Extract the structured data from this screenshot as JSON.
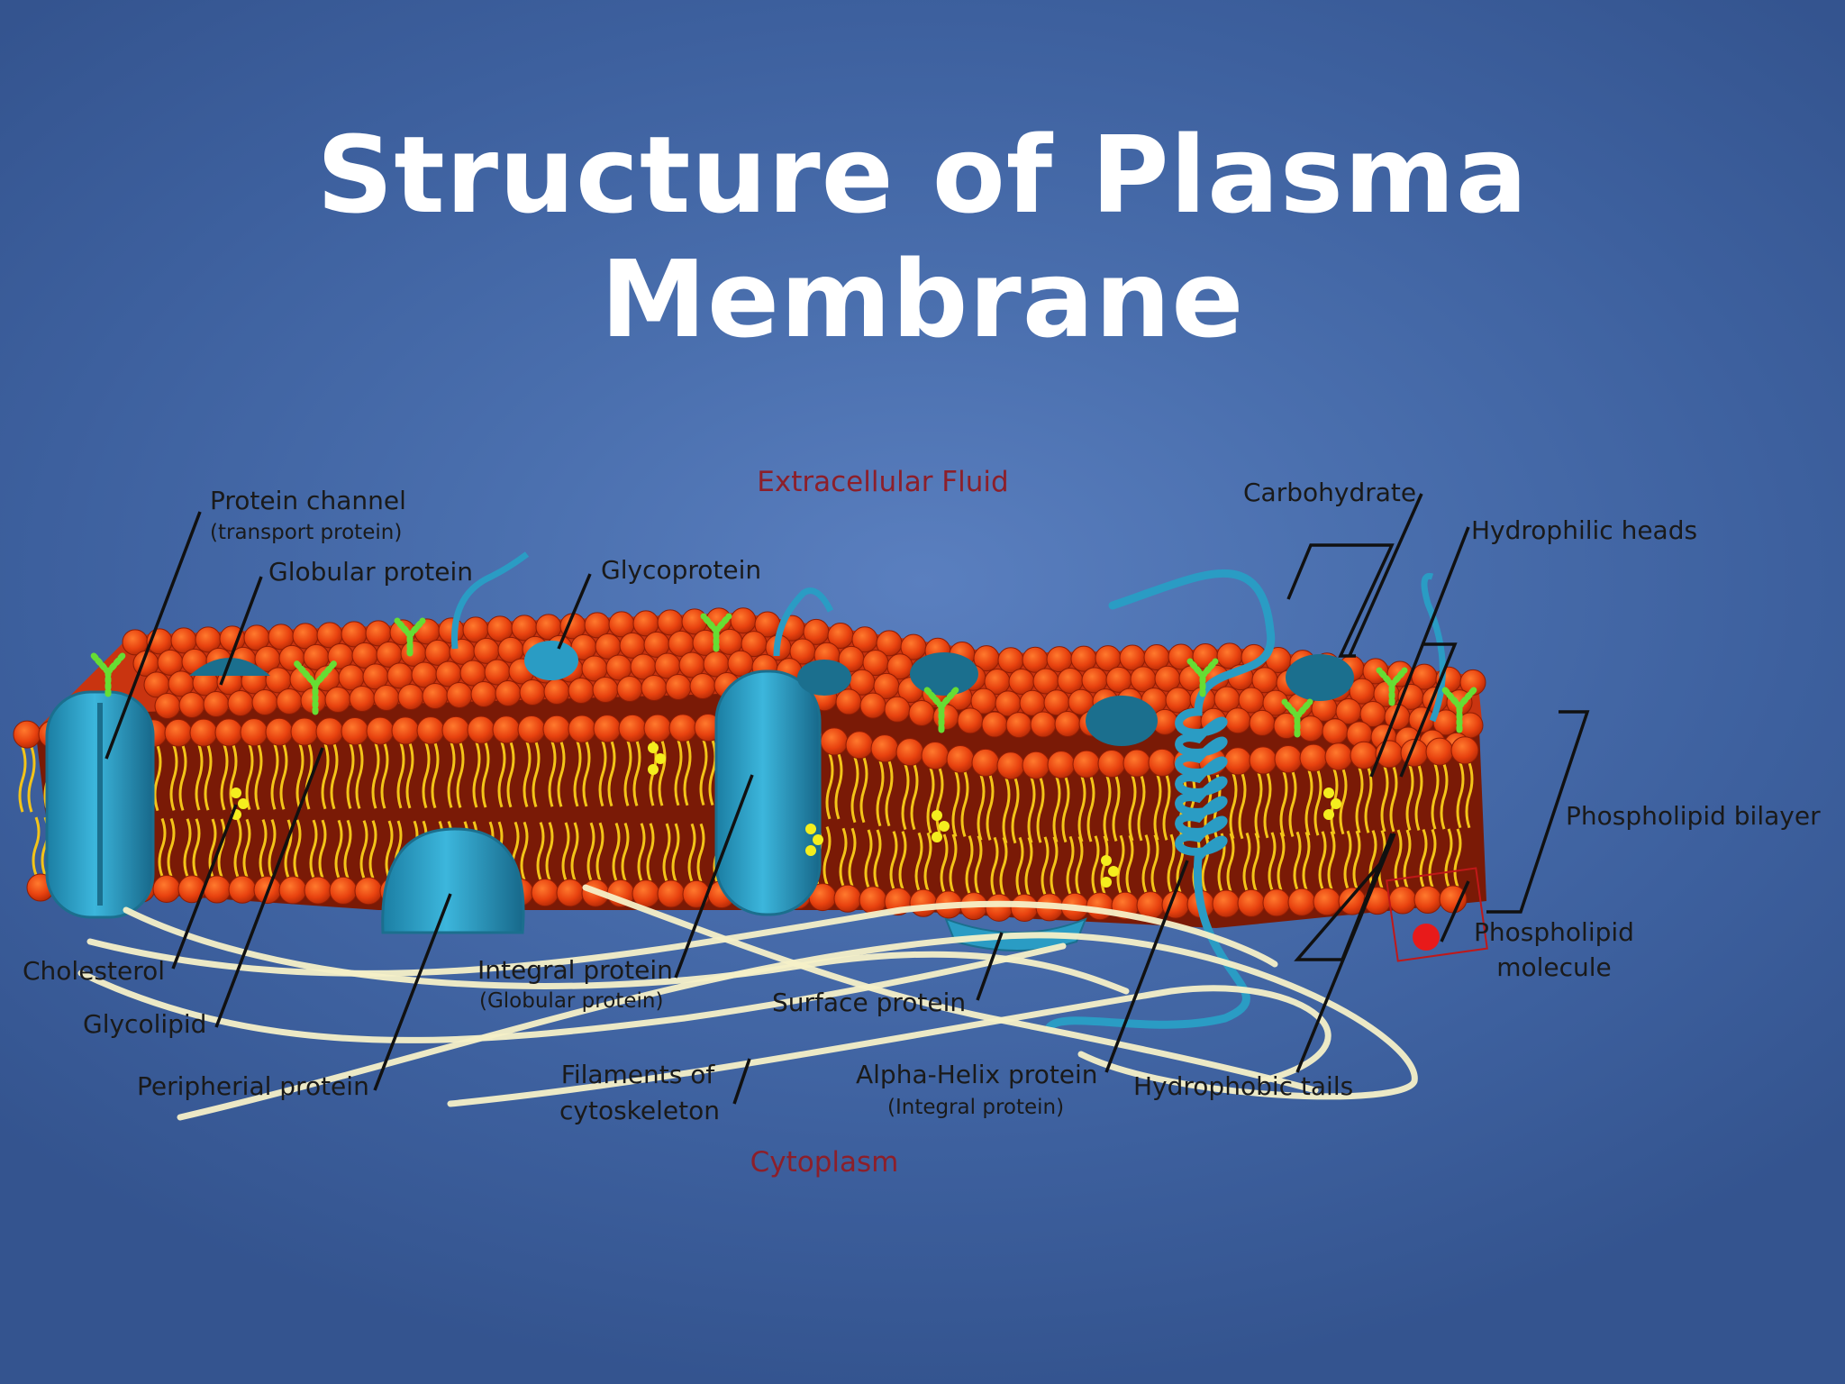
{
  "title": "Structure of Plasma Membrane",
  "regions": {
    "extracellular": "Extracellular Fluid",
    "cytoplasm": "Cytoplasm"
  },
  "labels": {
    "protein_channel": "Protein channel",
    "protein_channel_sub": "(transport protein)",
    "globular_protein": "Globular protein",
    "glycoprotein": "Glycoprotein",
    "carbohydrate": "Carbohydrate",
    "hydrophilic_heads": "Hydrophilic heads",
    "phospholipid_bilayer": "Phospholipid bilayer",
    "phospholipid_molecule_1": "Phospholipid",
    "phospholipid_molecule_2": "molecule",
    "cholesterol": "Cholesterol",
    "glycolipid": "Glycolipid",
    "peripheral_protein": "Peripherial protein",
    "integral_protein": "Integral protein",
    "integral_protein_sub": "(Globular protein)",
    "surface_protein": "Surface protein",
    "filaments_1": "Filaments of",
    "filaments_2": "cytoskeleton",
    "alpha_helix": "Alpha-Helix protein",
    "alpha_helix_sub": "(Integral protein)",
    "hydrophobic_tails": "Hydrophobic tails"
  },
  "colors": {
    "head": "#e8420f",
    "head_dark": "#8e1d05",
    "tail": "#f3c419",
    "protein": "#2a9cc4",
    "protein_dark": "#1b6f8e",
    "carbohydrate": "#66dd33",
    "cholesterol": "#f4ee1e",
    "filament": "#f5f0c8",
    "label_region": "#8c1f2a"
  }
}
